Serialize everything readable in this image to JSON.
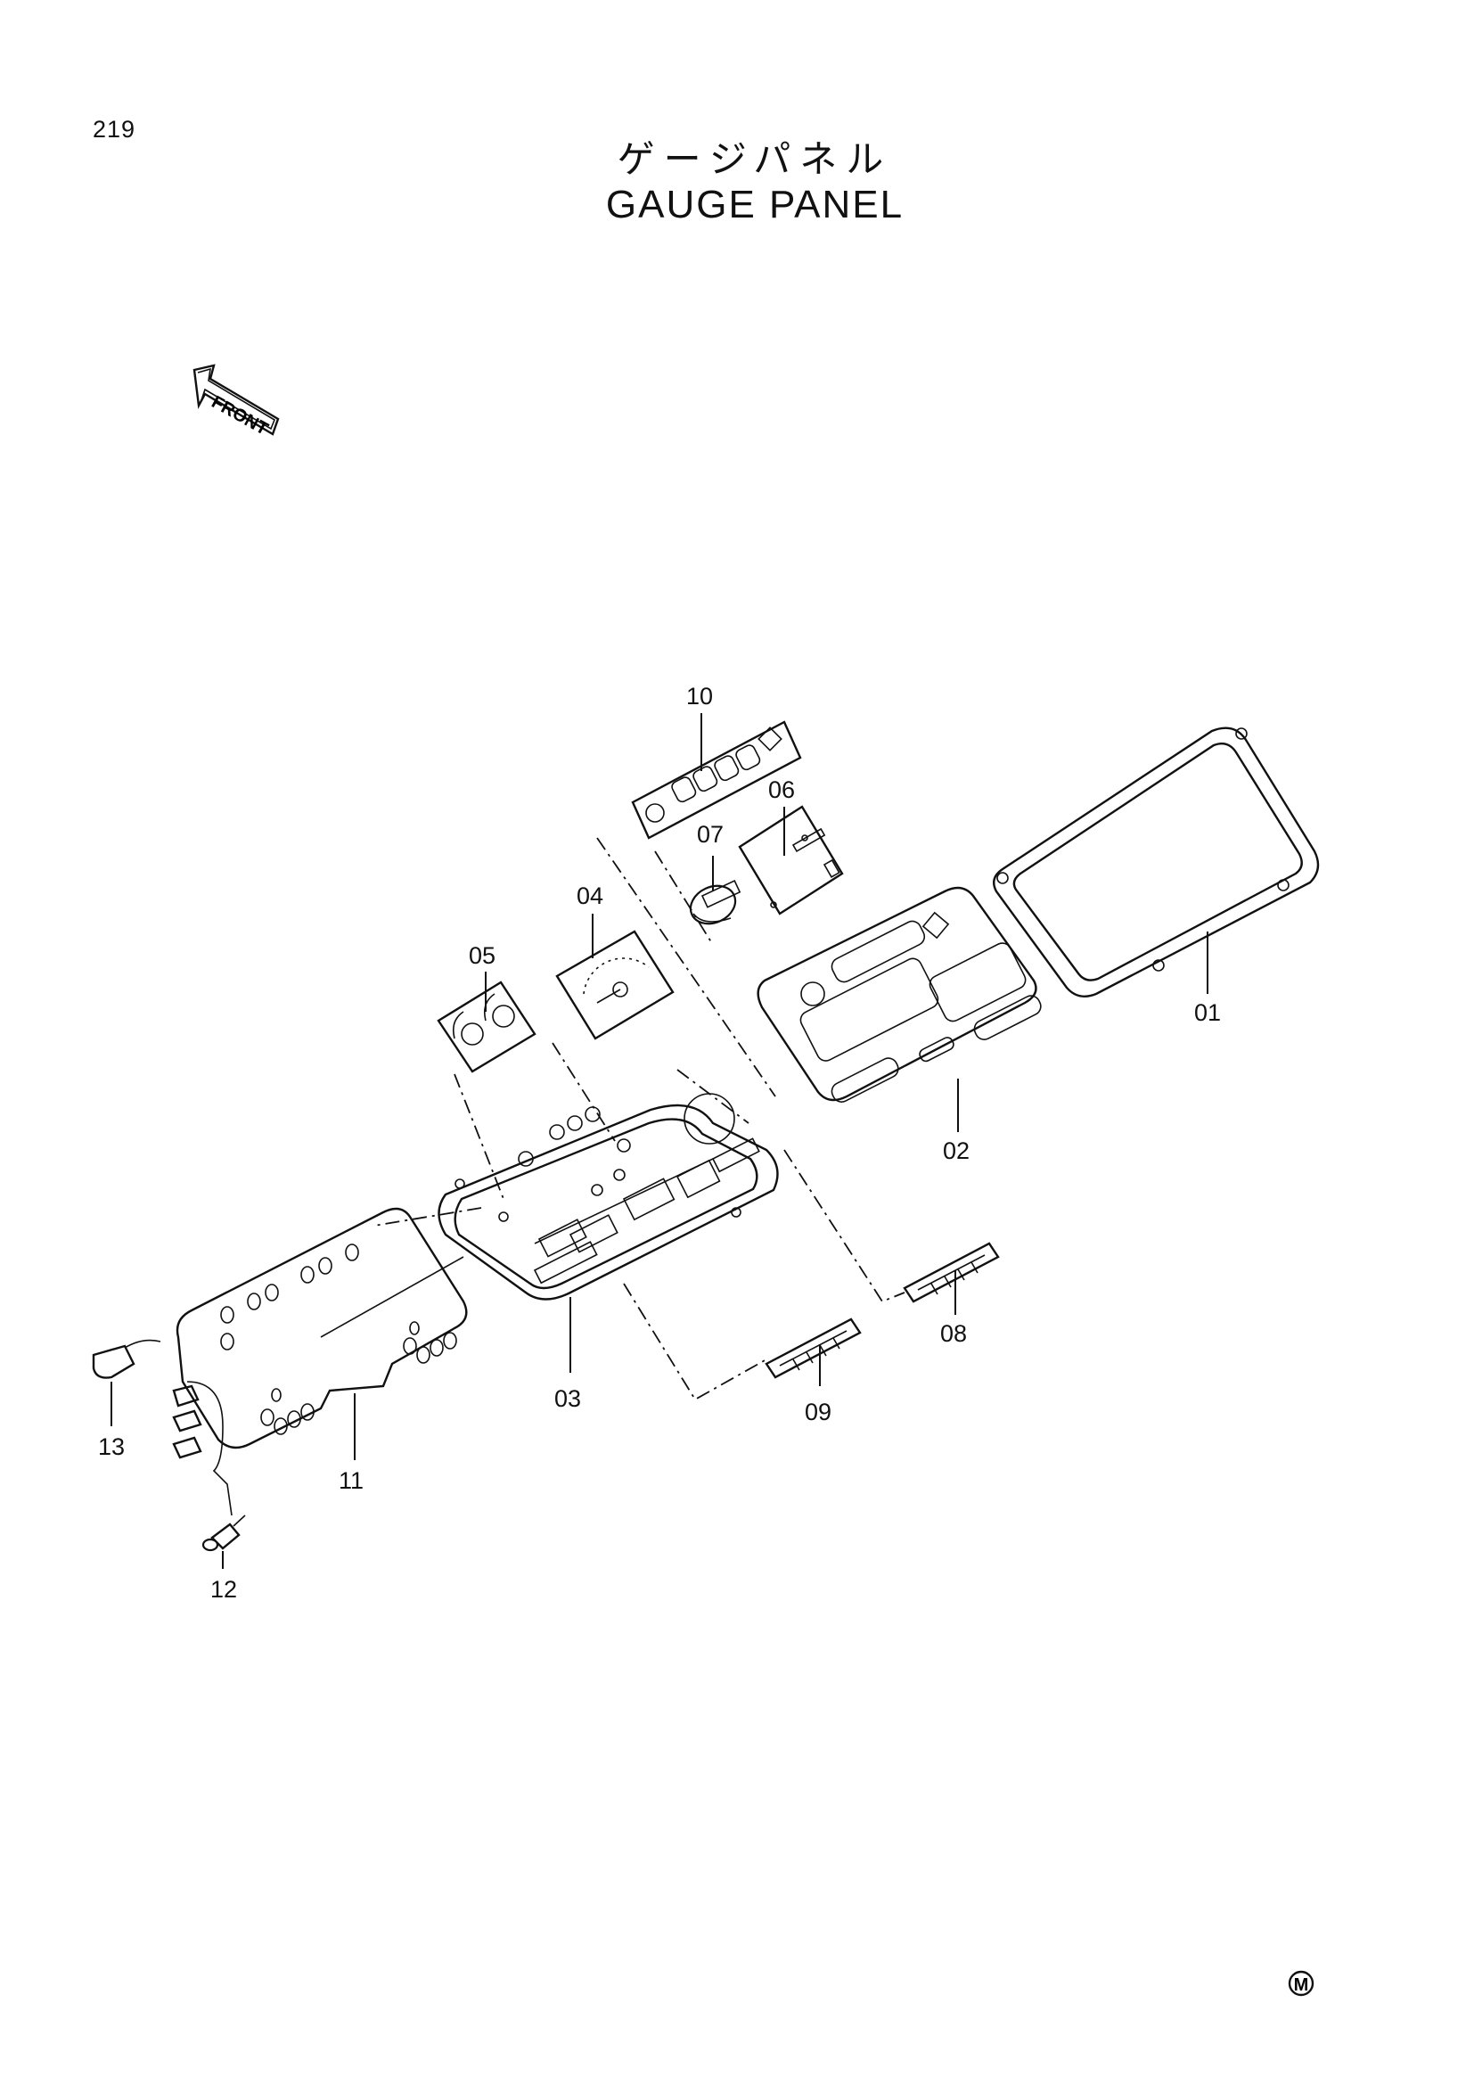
{
  "page_number": "219",
  "title_jp": "ゲージパネル",
  "title_en": "GAUGE PANEL",
  "front_marker": "FRONT",
  "mark_symbol": "M",
  "parts": [
    {
      "id": "01"
    },
    {
      "id": "02"
    },
    {
      "id": "03"
    },
    {
      "id": "04"
    },
    {
      "id": "05"
    },
    {
      "id": "06"
    },
    {
      "id": "07"
    },
    {
      "id": "08"
    },
    {
      "id": "09"
    },
    {
      "id": "10"
    },
    {
      "id": "11"
    },
    {
      "id": "12"
    },
    {
      "id": "13"
    }
  ]
}
